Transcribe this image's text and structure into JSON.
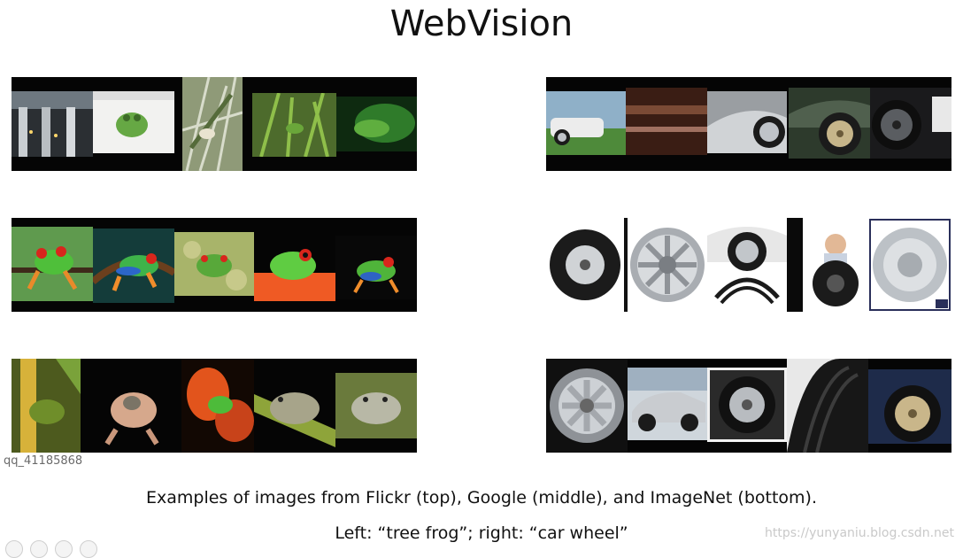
{
  "title": "WebVision",
  "strips": [
    {
      "name": "flickr-tree-frog-strip",
      "label": "tree frog",
      "source": "Flickr"
    },
    {
      "name": "flickr-car-wheel-strip",
      "label": "car wheel",
      "source": "Flickr"
    },
    {
      "name": "google-tree-frog-strip",
      "label": "tree frog",
      "source": "Google"
    },
    {
      "name": "google-car-wheel-strip",
      "label": "car wheel",
      "source": "Google"
    },
    {
      "name": "imagenet-tree-frog-strip",
      "label": "tree frog",
      "source": "ImageNet"
    },
    {
      "name": "imagenet-car-wheel-strip",
      "label": "car wheel",
      "source": "ImageNet"
    }
  ],
  "watermark_left": "qq_41185868",
  "caption_line1": "Examples of images from Flickr (top), Google (middle), and ImageNet (bottom).",
  "caption_line2": "Left:  “tree frog”; right:  “car wheel”",
  "watermark_right": "https://yunyaniu.blog.csdn.net",
  "colors": {
    "background": "#ffffff",
    "strip_background": "#050505",
    "frog_green": "#5aa83a",
    "frog_eye_red": "#d8261c",
    "tire_black": "#1b1b1b",
    "rim_silver": "#bfc3c8"
  }
}
